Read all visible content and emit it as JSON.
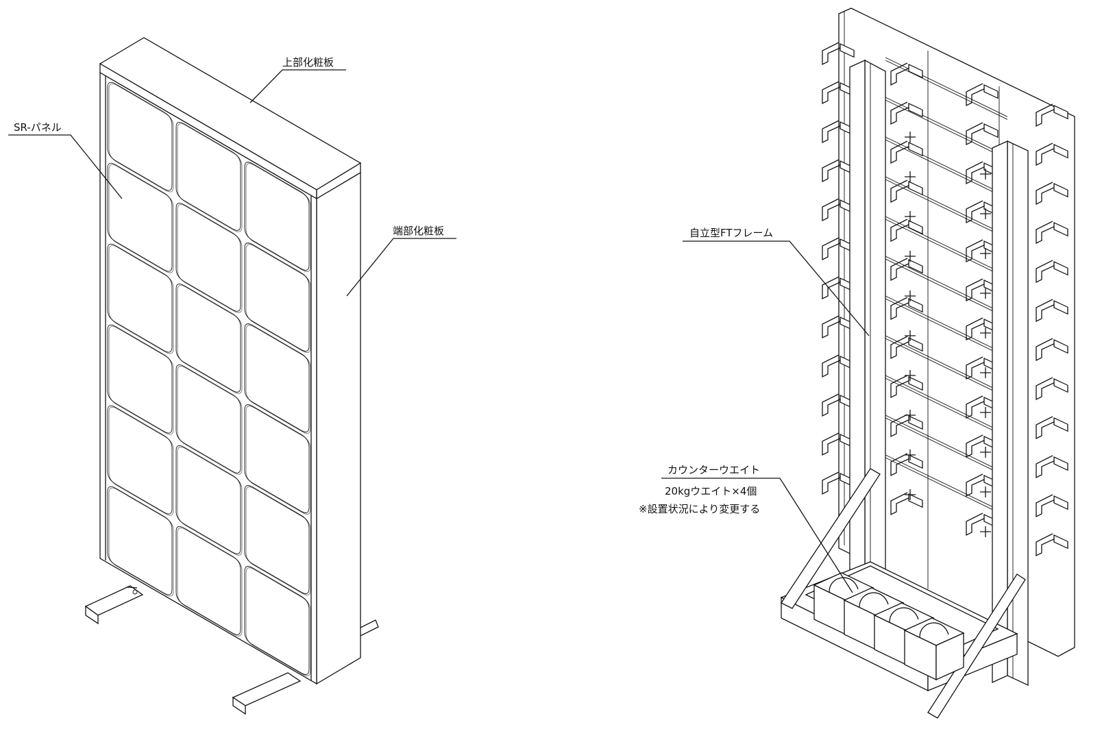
{
  "left_view": {
    "labels": {
      "top_panel": "上部化粧板",
      "sr_panel": "SR-パネル",
      "end_panel": "端部化粧板"
    }
  },
  "right_view": {
    "labels": {
      "frame": "自立型FTフレーム",
      "counterweight_title": "カウンターウエイト",
      "counterweight_spec": "20kgウエイト×4個",
      "counterweight_note": "※設置状況により変更する"
    }
  }
}
